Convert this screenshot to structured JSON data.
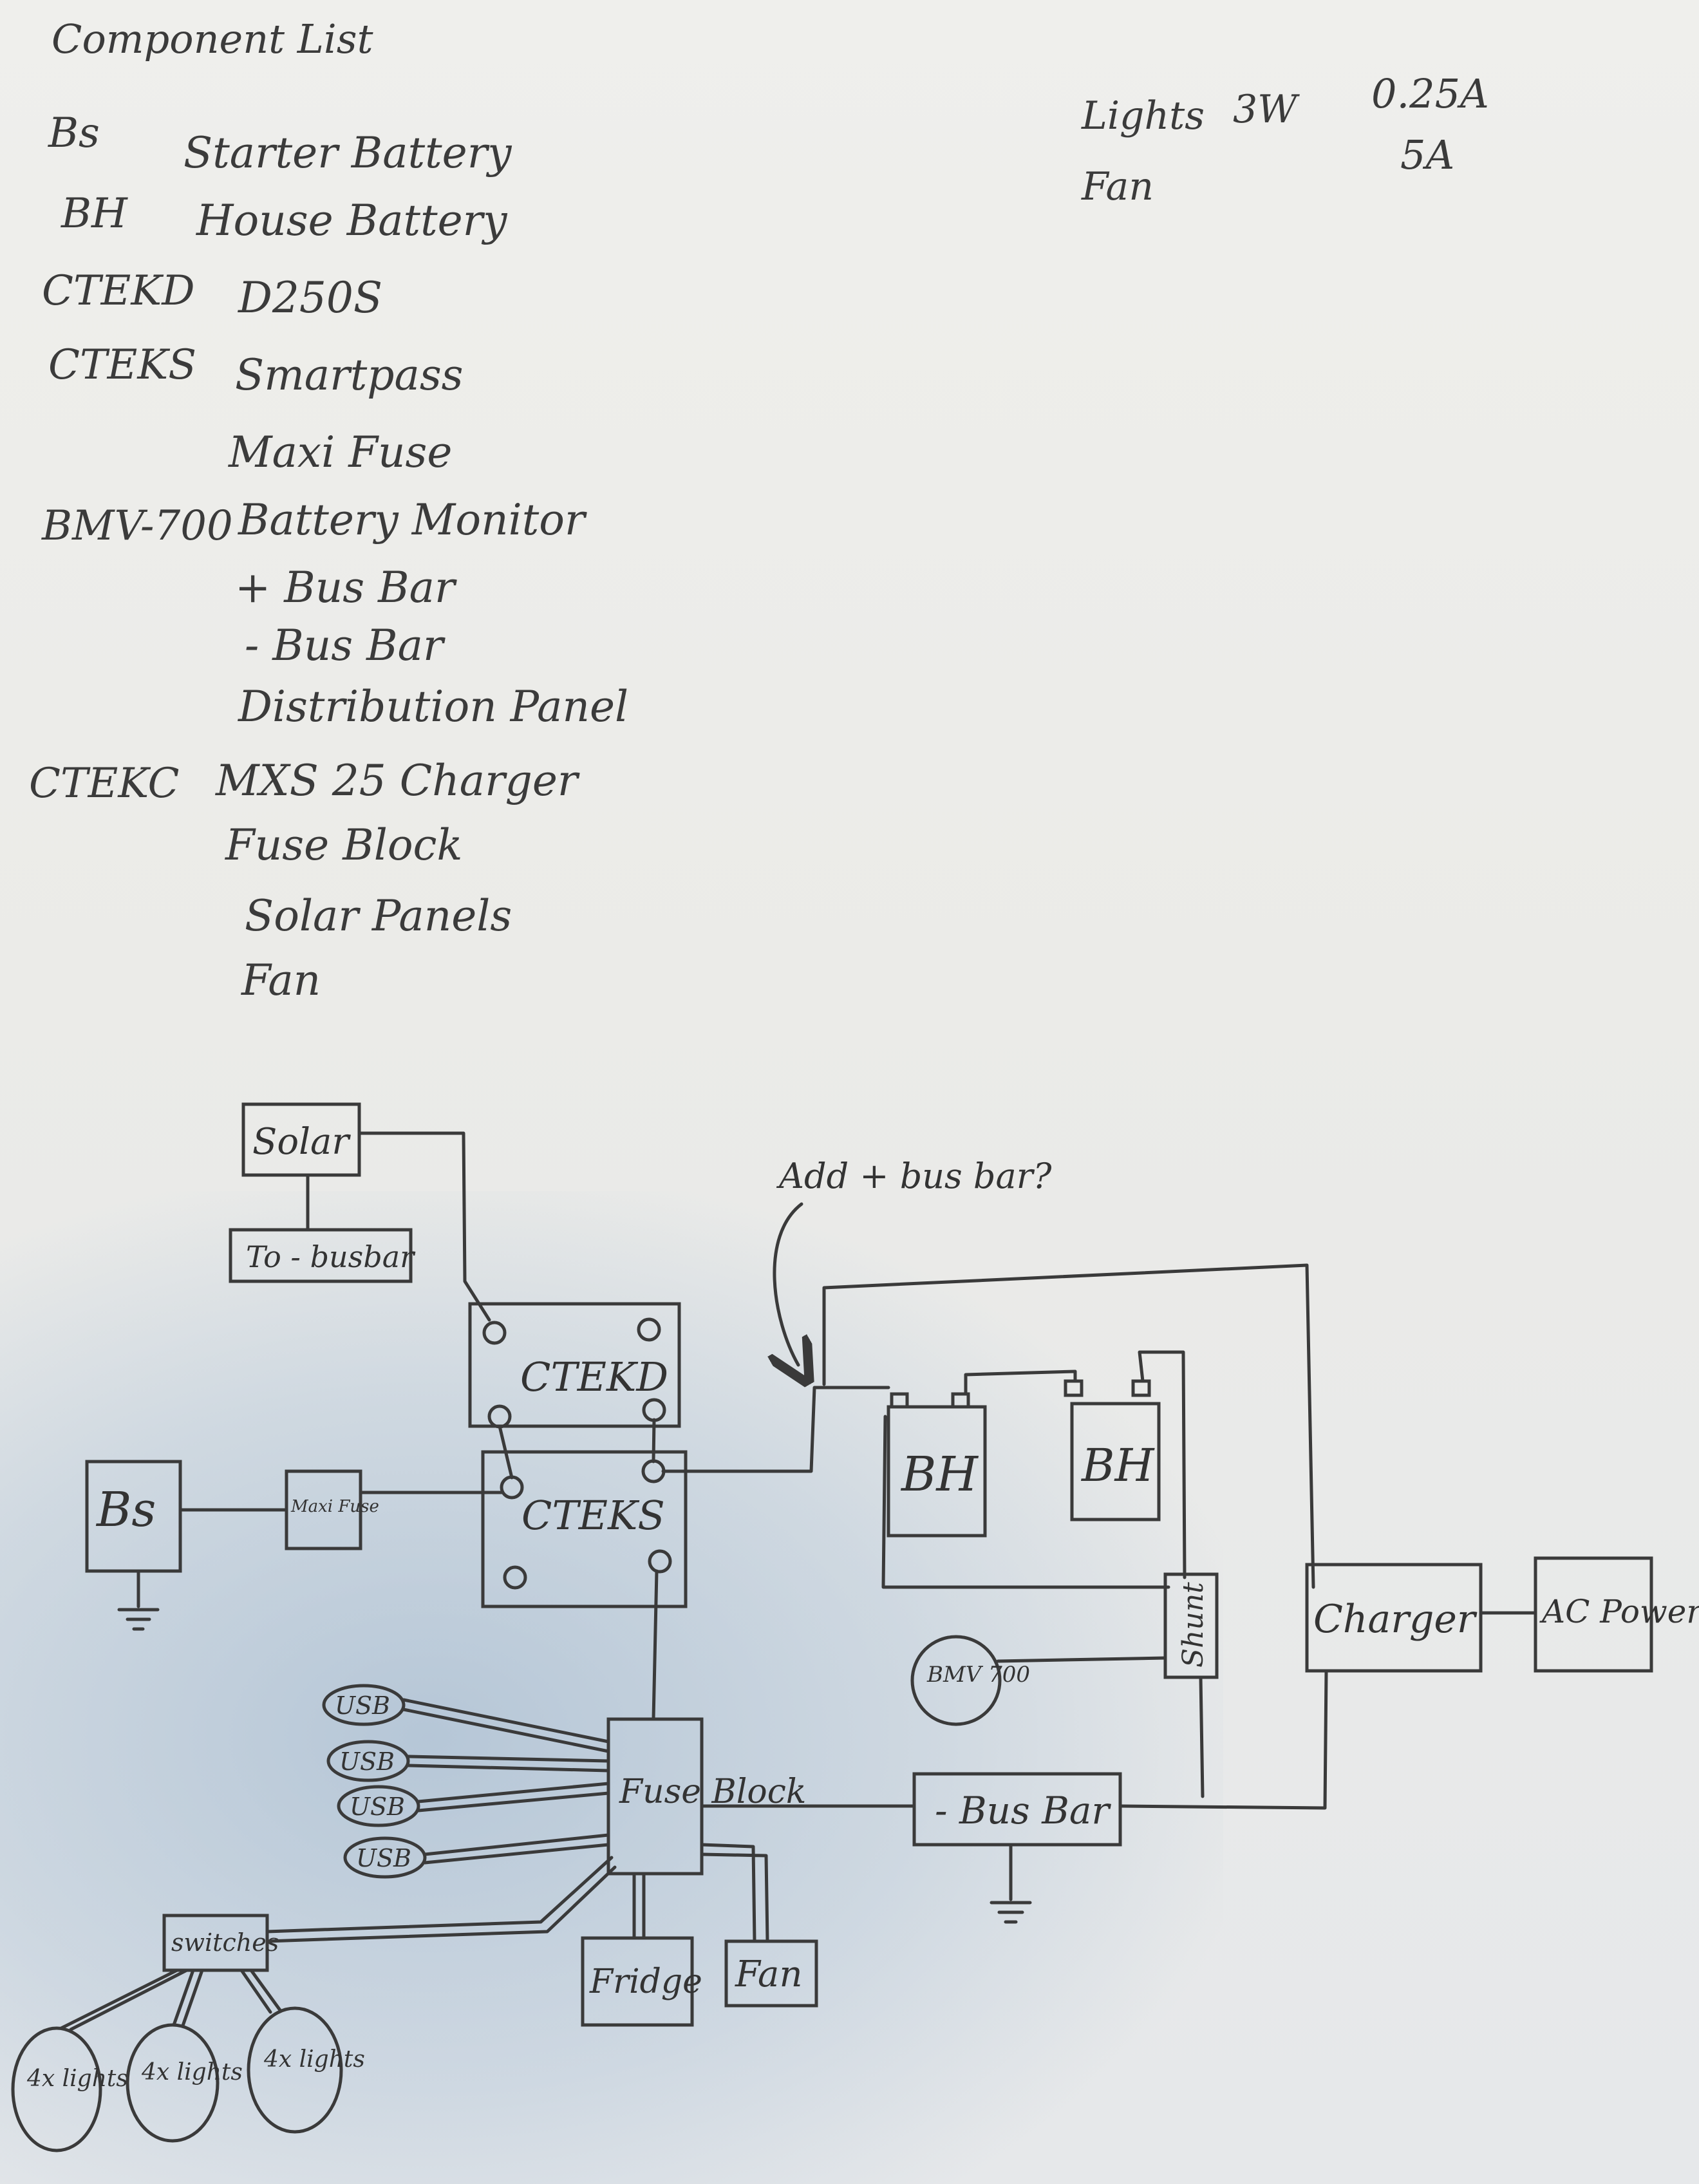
{
  "component_list": {
    "title": "Component List",
    "items": [
      {
        "code": "Bs",
        "name": "Starter Battery"
      },
      {
        "code": "BH",
        "name": "House Battery"
      },
      {
        "code": "CTEKD",
        "name": "D250S"
      },
      {
        "code": "CTEKS",
        "name": "Smartpass"
      },
      {
        "code": "",
        "name": "Maxi Fuse"
      },
      {
        "code": "BMV-700",
        "name": "Battery Monitor"
      },
      {
        "code": "",
        "name": "+ Bus Bar"
      },
      {
        "code": "",
        "name": "- Bus Bar"
      },
      {
        "code": "",
        "name": "Distribution Panel"
      },
      {
        "code": "CTEKC",
        "name": "MXS 25 Charger"
      },
      {
        "code": "",
        "name": "Fuse Block"
      },
      {
        "code": "",
        "name": "Solar Panels"
      },
      {
        "code": "",
        "name": "Fan"
      }
    ]
  },
  "loads_table": {
    "rows": [
      {
        "load": "Lights",
        "power": "3W",
        "current": "0.25A"
      },
      {
        "load": "Fan",
        "power": "",
        "current": "5A"
      }
    ]
  },
  "diagram": {
    "solar": "Solar",
    "to_busbar": "To - busbar",
    "ctek_d": "CTEKD",
    "ctek_s": "CTEKS",
    "starter_battery": "Bs",
    "maxi_fuse": "Maxi Fuse",
    "house_battery_1": "BH",
    "house_battery_2": "BH",
    "annotation": "Add + bus bar?",
    "shunt": "Shunt",
    "charger": "Charger",
    "ac_power": "AC Power",
    "bmv": "BMV 700",
    "fuse_block": "Fuse Block",
    "neg_bus_bar": "- Bus Bar",
    "usb_1": "USB",
    "usb_2": "USB",
    "usb_3": "USB",
    "usb_4": "USB",
    "switches": "switches",
    "lights_1": "4x lights",
    "lights_2": "4x lights",
    "lights_3": "4x lights",
    "fridge": "Fridge",
    "fan": "Fan"
  }
}
